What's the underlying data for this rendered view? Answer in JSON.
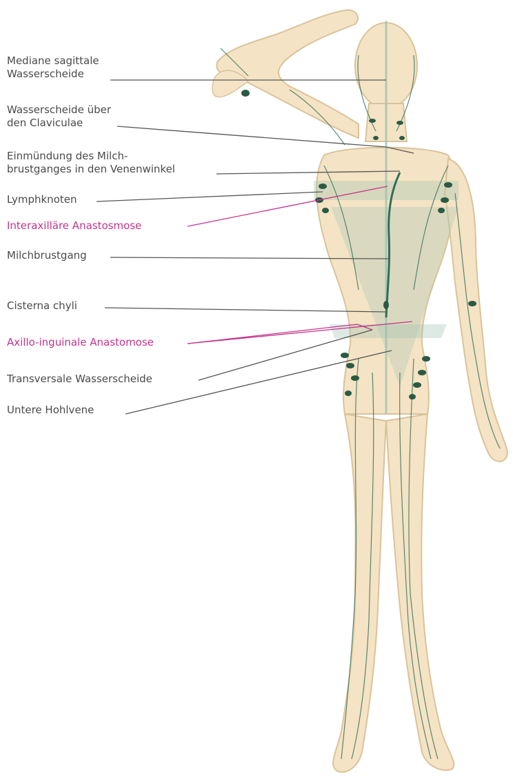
{
  "colors": {
    "skin": "#f4e3c4",
    "skin_outline": "#d9c39a",
    "lymph": "#2f6e58",
    "node": "#2a5a44",
    "watershed": "#9fc2b2",
    "leader_gray": "#555555",
    "leader_pink": "#c4348c",
    "text_gray": "#4a4a4a",
    "text_pink": "#c4348c"
  },
  "labels": [
    {
      "id": "mediane",
      "lines": [
        "Mediane sagittale",
        "Wasserscheide"
      ],
      "accent": false
    },
    {
      "id": "clavicula",
      "lines": [
        "Wasserscheide über",
        "den Claviculae"
      ],
      "accent": false
    },
    {
      "id": "einmuendung",
      "lines": [
        "Einmündung des Milch-",
        "brustganges in den Venenwinkel"
      ],
      "accent": false
    },
    {
      "id": "lymphknoten",
      "lines": [
        "Lymphknoten"
      ],
      "accent": false
    },
    {
      "id": "interaxillaer",
      "lines": [
        "Interaxilläre Anastosmose"
      ],
      "accent": true
    },
    {
      "id": "milchbrustgang",
      "lines": [
        "Milchbrustgang"
      ],
      "accent": false
    },
    {
      "id": "cisterna",
      "lines": [
        "Cisterna chyli"
      ],
      "accent": false
    },
    {
      "id": "axillo",
      "lines": [
        "Axillo-inguinale Anastomose"
      ],
      "accent": true
    },
    {
      "id": "transversale",
      "lines": [
        "Transversale Wasserscheide"
      ],
      "accent": false
    },
    {
      "id": "hohlvene",
      "lines": [
        "Untere Hohlvene"
      ],
      "accent": false
    }
  ]
}
